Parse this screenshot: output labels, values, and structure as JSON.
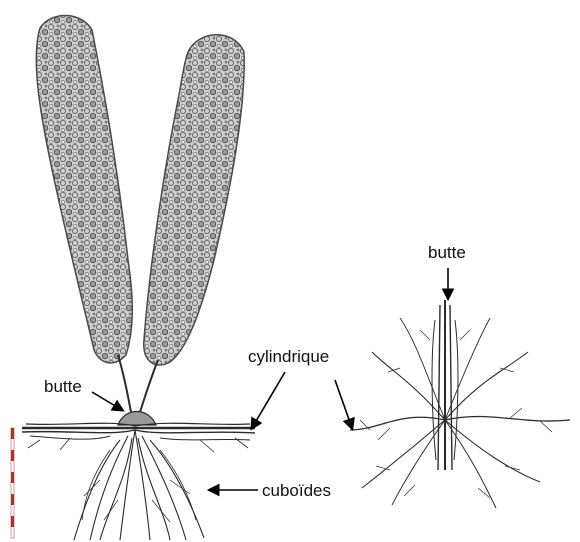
{
  "labels": {
    "butte_left": "butte",
    "butte_right": "butte",
    "cylindrique": "cylindrique",
    "cuboides": "cuboïdes"
  },
  "colors": {
    "foliage_fill": "#c9c9c9",
    "foliage_stroke": "#4a4a4a",
    "root_ink": "#2b2b2b",
    "scale_bar_red": "#b03030",
    "arrow": "#000000"
  },
  "icons": {
    "scale_bar": "vertical-red-white-scale-bar"
  }
}
